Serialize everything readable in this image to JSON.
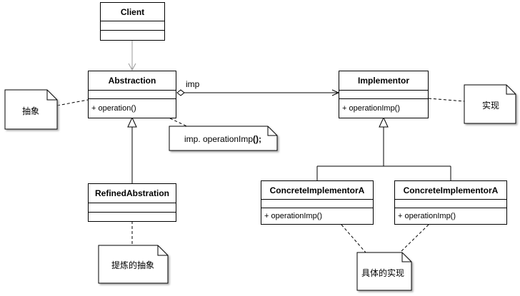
{
  "classes": {
    "client": {
      "name": "Client"
    },
    "abstraction": {
      "name": "Abstraction",
      "operation": "+ operation()"
    },
    "implementor": {
      "name": "Implementor",
      "operation": "+ operationImp()"
    },
    "refined": {
      "name": "RefinedAbstration"
    },
    "concrete_a1": {
      "name": "ConcreteImplementorA",
      "operation": "+ operationImp()"
    },
    "concrete_a2": {
      "name": "ConcreteImplementorA",
      "operation": "+ operationImp()"
    }
  },
  "association_label": "imp",
  "notes": {
    "abstraction": "抽象",
    "implementor": "实现",
    "code": {
      "text": "imp. operationImp",
      "suffix": "();"
    },
    "refined": "提炼的抽象",
    "concrete": "具体的实现"
  },
  "colors": {
    "line": "#000000",
    "client_arrow": "#999999",
    "note_shadow": "#999999"
  }
}
